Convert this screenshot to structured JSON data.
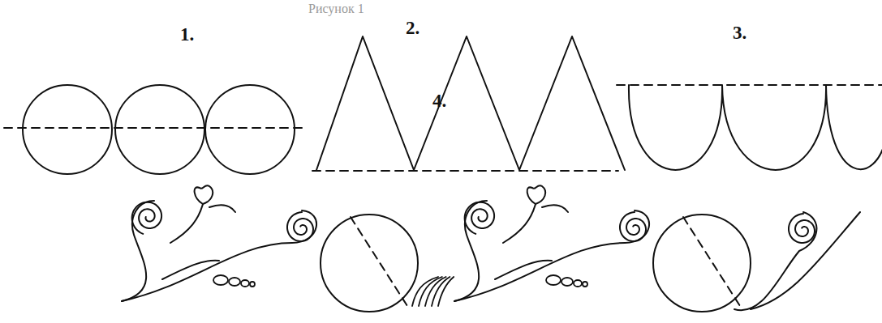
{
  "diagram": {
    "title": "Рисунок 1",
    "labels": [
      "1.",
      "2.",
      "3.",
      "4."
    ]
  }
}
